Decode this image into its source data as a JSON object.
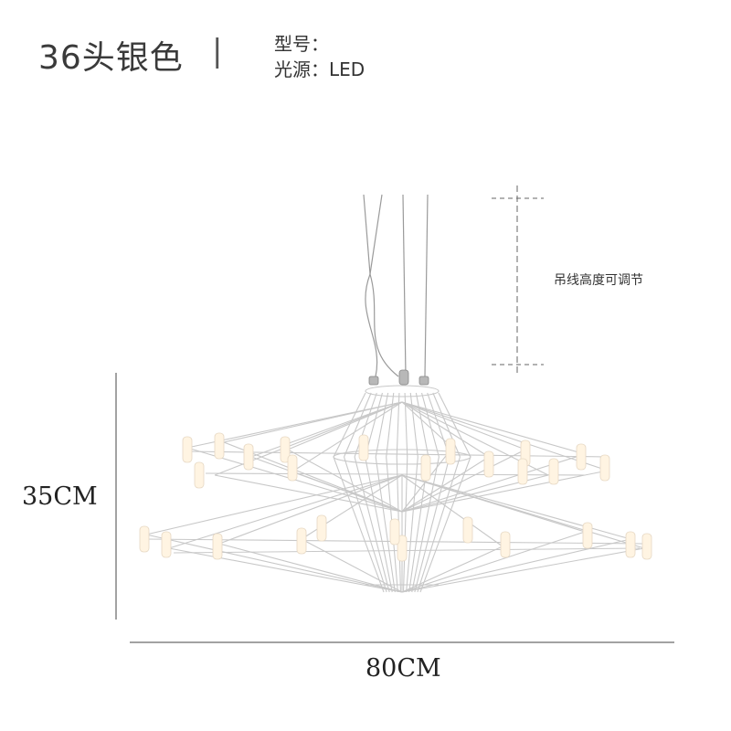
{
  "header": {
    "title": "36头银色",
    "separator": "|",
    "model_label": "型号：",
    "light_source": "光源：LED"
  },
  "annotation": {
    "cord_note": "吊线高度可调节"
  },
  "dimensions": {
    "height": "35CM",
    "width": "80CM"
  },
  "colors": {
    "frame": "#c8c8c8",
    "cord": "#9a9a9a",
    "light_glow": "#fff4e2"
  }
}
